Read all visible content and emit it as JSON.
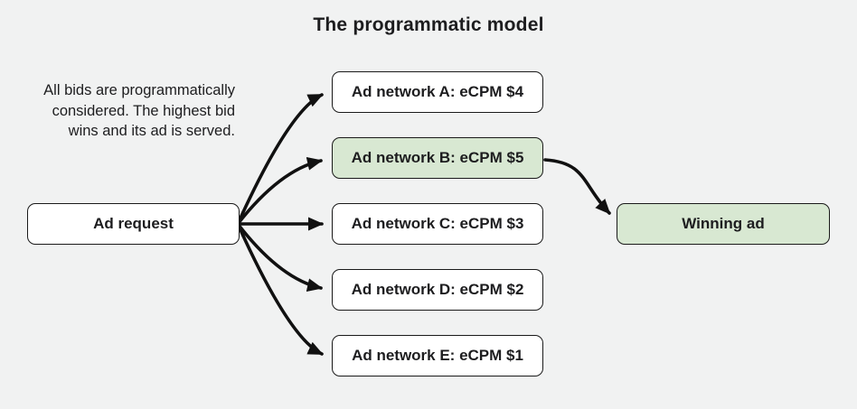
{
  "title": "The programmatic model",
  "description": "All bids are programmatically\nconsidered. The highest bid\nwins and its ad is served.",
  "nodes": {
    "ad_request": {
      "label": "Ad request"
    },
    "networks": [
      {
        "id": "a",
        "label": "Ad network A: eCPM $4",
        "highlighted": false
      },
      {
        "id": "b",
        "label": "Ad network B: eCPM $5",
        "highlighted": true
      },
      {
        "id": "c",
        "label": "Ad network C: eCPM $3",
        "highlighted": false
      },
      {
        "id": "d",
        "label": "Ad network D: eCPM $2",
        "highlighted": false
      },
      {
        "id": "e",
        "label": "Ad network E: eCPM $1",
        "highlighted": false
      }
    ],
    "winning_ad": {
      "label": "Winning ad"
    }
  },
  "edges": [
    {
      "from": "ad_request",
      "to": "network_a"
    },
    {
      "from": "ad_request",
      "to": "network_b"
    },
    {
      "from": "ad_request",
      "to": "network_c"
    },
    {
      "from": "ad_request",
      "to": "network_d"
    },
    {
      "from": "ad_request",
      "to": "network_e"
    },
    {
      "from": "network_b",
      "to": "winning_ad"
    }
  ],
  "colors": {
    "background": "#f1f2f2",
    "node_fill": "#ffffff",
    "highlight_fill": "#d8e8d2",
    "border": "#1a1a1a",
    "text": "#1d1d1f",
    "arrow": "#111111"
  }
}
